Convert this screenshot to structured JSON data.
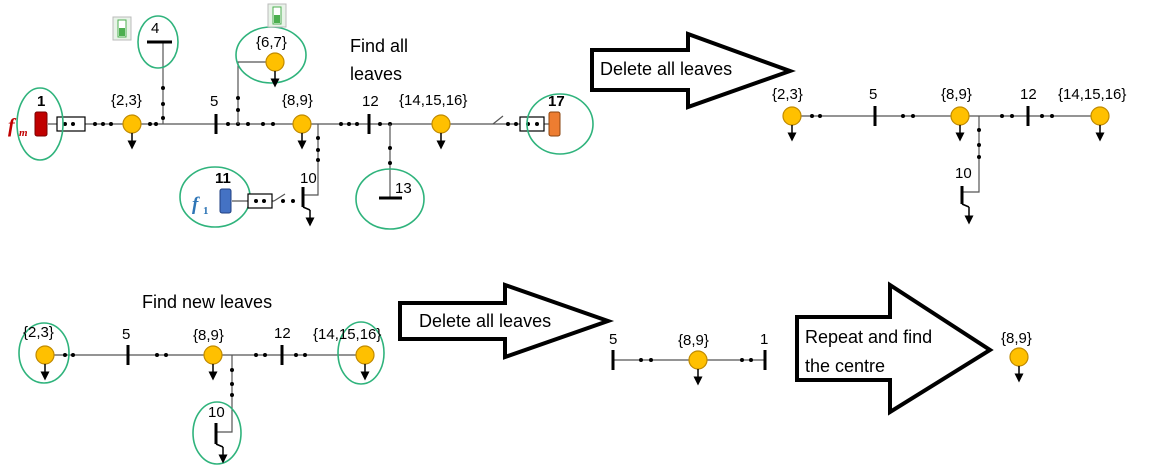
{
  "colors": {
    "node": "#ffc000",
    "ring": "#2fb37c",
    "gen_main": "#c00000",
    "gen_f1": "#4472c4",
    "gen_17": "#ed7d31",
    "battery": "#4caf50"
  },
  "stage1": {
    "caption_line1": "Find all",
    "caption_line2": "leaves",
    "gen_main_number": "1",
    "gen_main_symbol": "f",
    "gen_main_sub": "m",
    "gen_f1_number": "11",
    "gen_f1_symbol": "f",
    "gen_f1_sub": "1",
    "gen_17_number": "17",
    "labels": {
      "n23": "{2,3}",
      "n4": "4",
      "n5": "5",
      "n67": "{6,7}",
      "n89": "{8,9}",
      "n10": "10",
      "n12": "12",
      "n13": "13",
      "n141516": "{14,15,16}"
    }
  },
  "arrow1": {
    "label": "Delete all leaves"
  },
  "stage2": {
    "labels": {
      "n23": "{2,3}",
      "n5": "5",
      "n89": "{8,9}",
      "n12": "12",
      "n141516": "{14,15,16}",
      "n10": "10"
    }
  },
  "stage3": {
    "caption": "Find new leaves",
    "labels": {
      "n23": "{2,3}",
      "n5": "5",
      "n89": "{8,9}",
      "n12": "12",
      "n141516": "{14,15,16}",
      "n10": "10"
    }
  },
  "arrow2": {
    "label": "Delete all leaves"
  },
  "stage4": {
    "labels": {
      "n5": "5",
      "n89": "{8,9}",
      "n1": "1"
    }
  },
  "arrow3": {
    "label_line1": "Repeat and find",
    "label_line2": "the centre"
  },
  "stage5": {
    "labels": {
      "n89": "{8,9}"
    }
  }
}
